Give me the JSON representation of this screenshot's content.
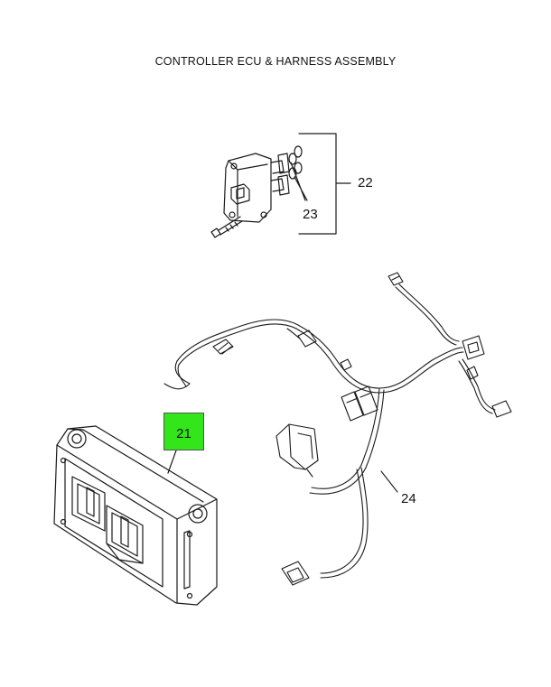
{
  "title": "CONTROLLER ECU & HARNESS ASSEMBLY",
  "callouts": {
    "ecu": "21",
    "valve_assembly": "22",
    "o_rings": "23",
    "harness": "24"
  },
  "colors": {
    "highlight": "#33e619",
    "line": "#1a1a1a"
  }
}
